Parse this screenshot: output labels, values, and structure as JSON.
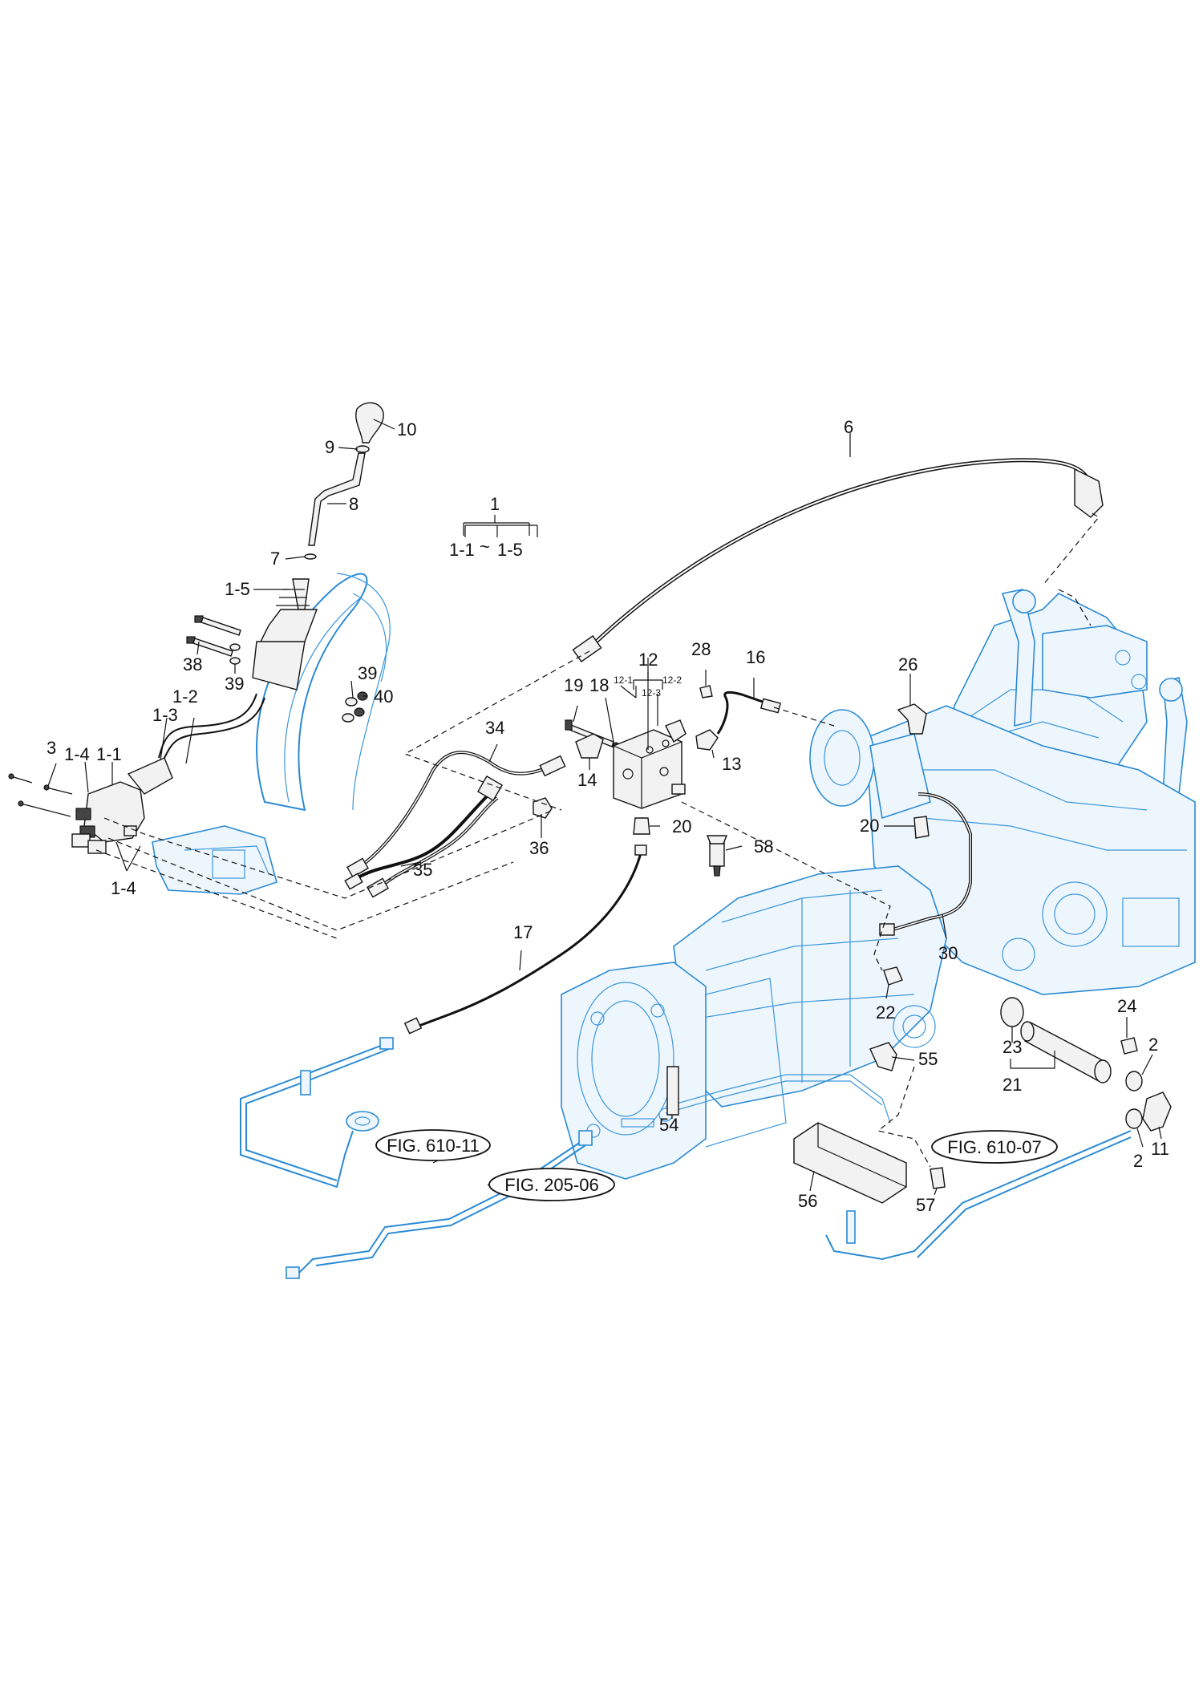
{
  "callouts": {
    "c1": "1",
    "c1_range_a": "1-1",
    "c1_range_sep": "~",
    "c1_range_b": "1-5",
    "c1_1": "1-1",
    "c1_2": "1-2",
    "c1_3": "1-3",
    "c1_4a": "1-4",
    "c1_4b": "1-4",
    "c1_5": "1-5",
    "c2a": "2",
    "c2b": "2",
    "c3": "3",
    "c6": "6",
    "c7": "7",
    "c8": "8",
    "c9": "9",
    "c10": "10",
    "c11": "11",
    "c12": "12",
    "c12_1": "12-1",
    "c12_2": "12-2",
    "c12_3": "12-3",
    "c13": "13",
    "c14": "14",
    "c16": "16",
    "c17": "17",
    "c18": "18",
    "c19": "19",
    "c20a": "20",
    "c20b": "20",
    "c21": "21",
    "c22": "22",
    "c23": "23",
    "c24": "24",
    "c26": "26",
    "c28": "28",
    "c30": "30",
    "c34": "34",
    "c35": "35",
    "c36": "36",
    "c38": "38",
    "c39a": "39",
    "c39b": "39",
    "c40": "40",
    "c54": "54",
    "c55": "55",
    "c56": "56",
    "c57": "57",
    "c58": "58"
  },
  "figure_refs": {
    "fig_610_11": "FIG. 610-11",
    "fig_205_06": "FIG. 205-06",
    "fig_610_07": "FIG. 610-07"
  },
  "colors": {
    "ink": "#111111",
    "assembly_blue": "#2a8ad4",
    "background": "#ffffff"
  }
}
